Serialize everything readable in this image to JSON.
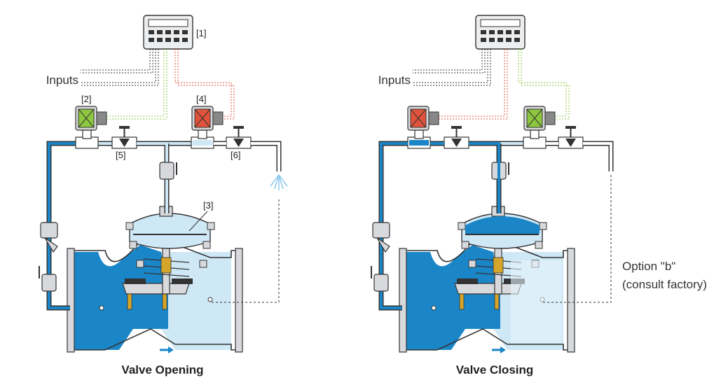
{
  "colors": {
    "water_dark": "#1a86c8",
    "water_light": "#cfe8f6",
    "metal": "#d7d9dc",
    "outline": "#333333",
    "solenoid_green": "#8dc63f",
    "solenoid_red": "#e0533a",
    "wire_green": "#8dc63f",
    "wire_red": "#e0533a",
    "brass": "#d4a52a"
  },
  "panels": [
    {
      "id": "opening",
      "caption": "Valve Opening",
      "inputs_label": "Inputs",
      "callouts": {
        "controller": "[1]",
        "solenoid_a": "[2]",
        "diaphragm": "[3]",
        "solenoid_b": "[4]",
        "needle_a": "[5]",
        "needle_b": "[6]"
      },
      "solenoid_a_state": "green",
      "solenoid_b_state": "red"
    },
    {
      "id": "closing",
      "caption": "Valve Closing",
      "inputs_label": "Inputs",
      "solenoid_a_state": "red",
      "solenoid_b_state": "green",
      "option_label": "Option \"b\"",
      "option_note": "(consult factory)"
    }
  ],
  "icons": [
    "controller-icon",
    "solenoid-icon",
    "needle-valve-icon",
    "ball-valve-icon",
    "strainer-icon",
    "spray-icon",
    "flow-arrow-icon"
  ]
}
